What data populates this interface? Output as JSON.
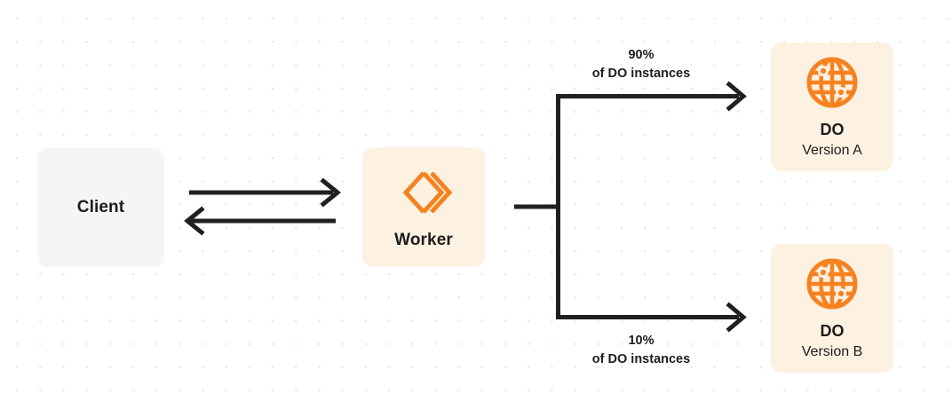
{
  "diagram": {
    "background": "#ffffff",
    "accent_color": "#f6821f",
    "line_color": "#231f20",
    "nodes": [
      {
        "id": "client",
        "name": "Client",
        "title": "Client",
        "subtitle": "",
        "fill": "#f4f5f7",
        "icon": ""
      },
      {
        "id": "worker",
        "name": "Worker",
        "title": "Worker",
        "subtitle": "",
        "fill": "#fdf1e2",
        "icon": "cloudflare-workers-icon"
      },
      {
        "id": "do-a",
        "name": "DO Version A",
        "title": "DO",
        "subtitle": "Version A",
        "fill": "#fdf1e2",
        "icon": "durable-object-globe-icon"
      },
      {
        "id": "do-b",
        "name": "DO Version B",
        "title": "DO",
        "subtitle": "Version B",
        "fill": "#fdf1e2",
        "icon": "durable-object-globe-icon"
      }
    ],
    "edges": [
      {
        "id": "client-to-worker",
        "direction": "right",
        "label": ""
      },
      {
        "id": "worker-to-client",
        "direction": "left",
        "label": ""
      },
      {
        "id": "worker-to-do-a",
        "direction": "right",
        "percent": "90%",
        "caption": "of DO instances"
      },
      {
        "id": "worker-to-do-b",
        "direction": "right",
        "percent": "10%",
        "caption": "of DO instances"
      }
    ]
  }
}
